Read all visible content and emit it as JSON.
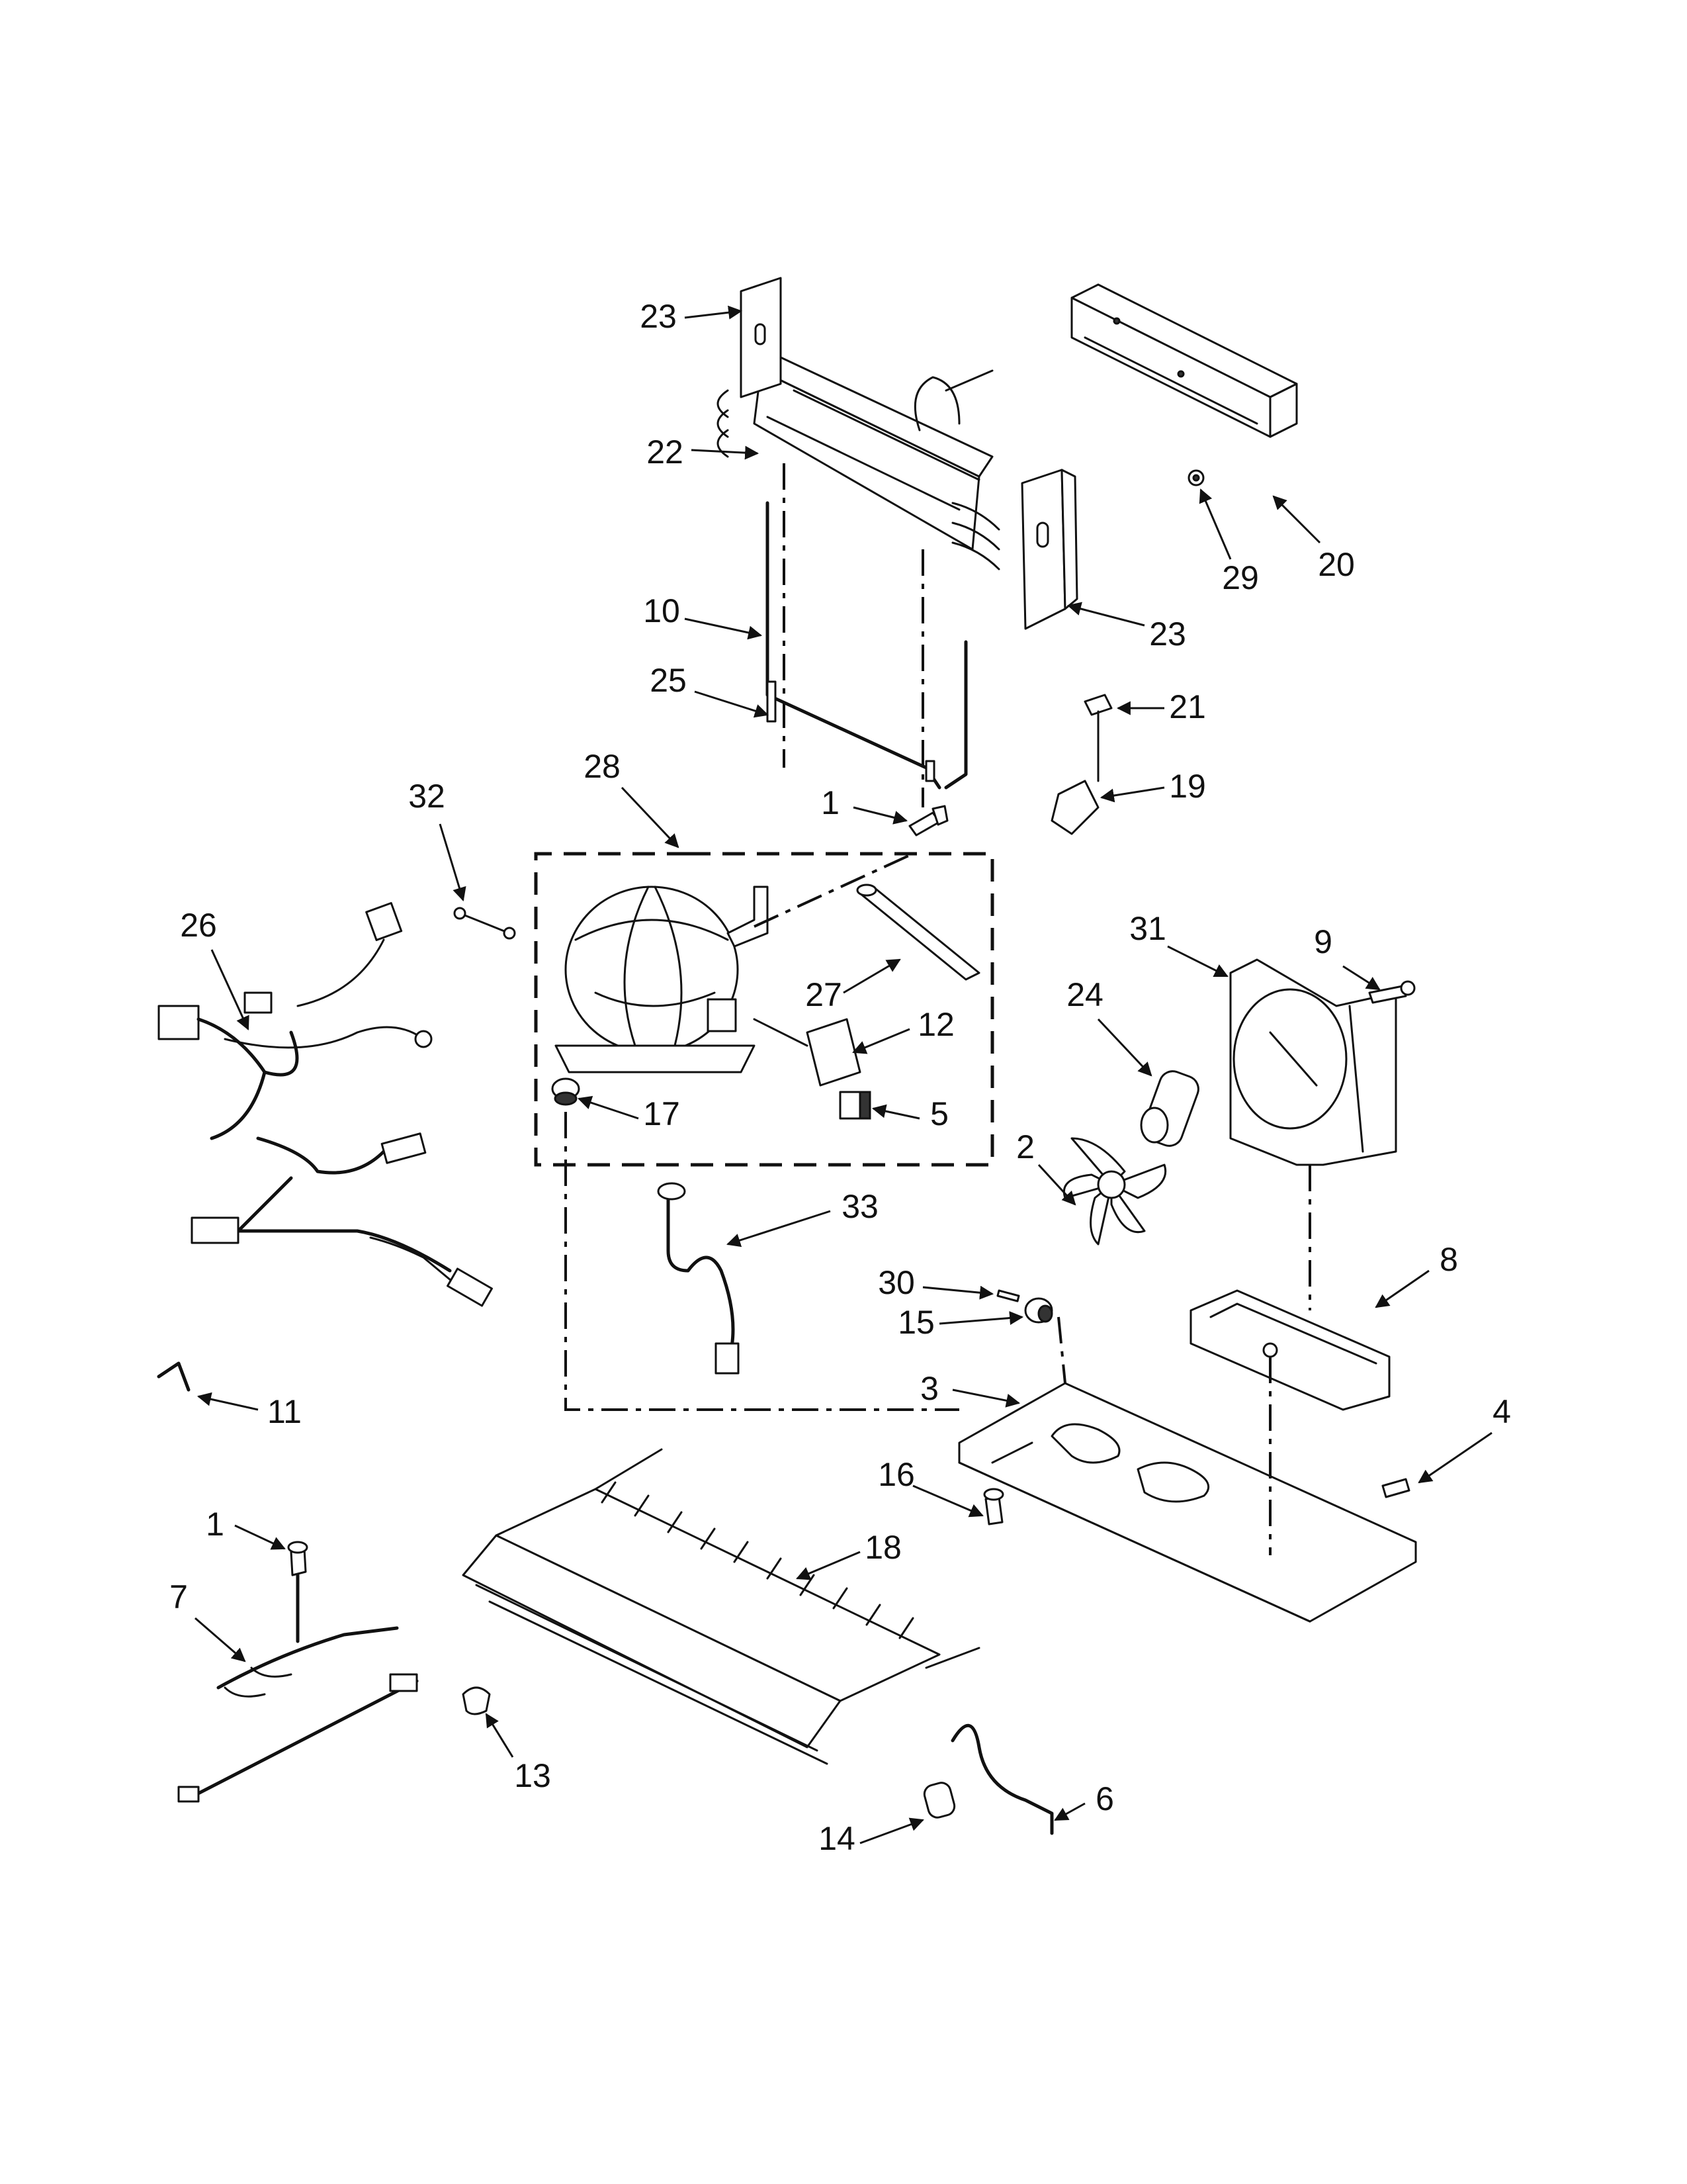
{
  "colors": {
    "line": "#111111",
    "background": "#ffffff"
  },
  "callouts": {
    "c1_top": "1",
    "c1_bottom": "1",
    "c2": "2",
    "c3": "3",
    "c4": "4",
    "c5": "5",
    "c6": "6",
    "c7": "7",
    "c8": "8",
    "c9": "9",
    "c10": "10",
    "c11": "11",
    "c12": "12",
    "c13": "13",
    "c14": "14",
    "c15": "15",
    "c16": "16",
    "c17": "17",
    "c18": "18",
    "c19": "19",
    "c20": "20",
    "c21": "21",
    "c22": "22",
    "c23_top": "23",
    "c23_right": "23",
    "c24": "24",
    "c25": "25",
    "c26": "26",
    "c27": "27",
    "c28": "28",
    "c29": "29",
    "c30": "30",
    "c31": "31",
    "c32": "32",
    "c33": "33"
  }
}
